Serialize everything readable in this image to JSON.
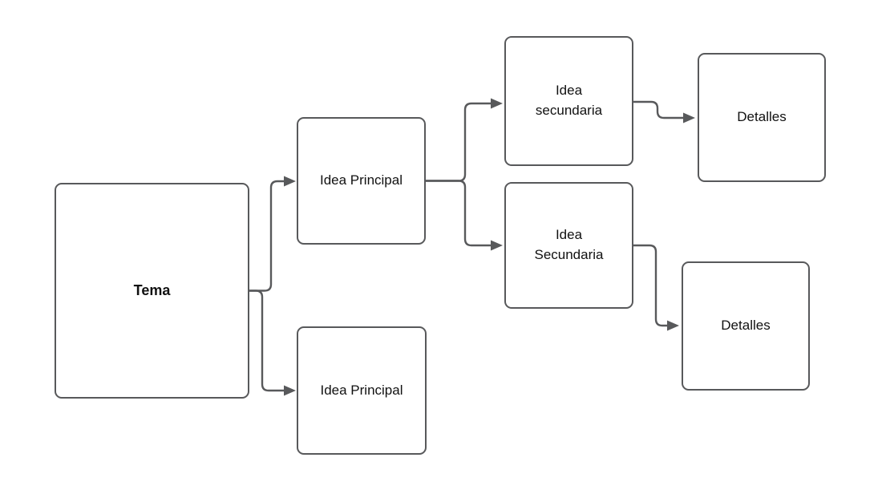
{
  "diagram": {
    "colors": {
      "background": "#ffffff",
      "stroke": "#58595b",
      "node_fill": "#ffffff",
      "text": "#111111"
    },
    "nodes": [
      {
        "id": "tema",
        "label": "Tema",
        "emphasis": "bold"
      },
      {
        "id": "idea-principal-1",
        "label": "Idea Principal",
        "emphasis": "normal"
      },
      {
        "id": "idea-principal-2",
        "label": "Idea Principal",
        "emphasis": "normal"
      },
      {
        "id": "idea-secundaria-1",
        "label": "Idea\nsecundaria",
        "emphasis": "normal"
      },
      {
        "id": "idea-secundaria-2",
        "label": "Idea\nSecundaria",
        "emphasis": "normal"
      },
      {
        "id": "detalles-1",
        "label": "Detalles",
        "emphasis": "normal"
      },
      {
        "id": "detalles-2",
        "label": "Detalles",
        "emphasis": "normal"
      }
    ],
    "edges": [
      {
        "from": "tema",
        "to": "idea-principal-1"
      },
      {
        "from": "tema",
        "to": "idea-principal-2"
      },
      {
        "from": "idea-principal-1",
        "to": "idea-secundaria-1"
      },
      {
        "from": "idea-principal-1",
        "to": "idea-secundaria-2"
      },
      {
        "from": "idea-secundaria-1",
        "to": "detalles-1"
      },
      {
        "from": "idea-secundaria-2",
        "to": "detalles-2"
      }
    ]
  }
}
